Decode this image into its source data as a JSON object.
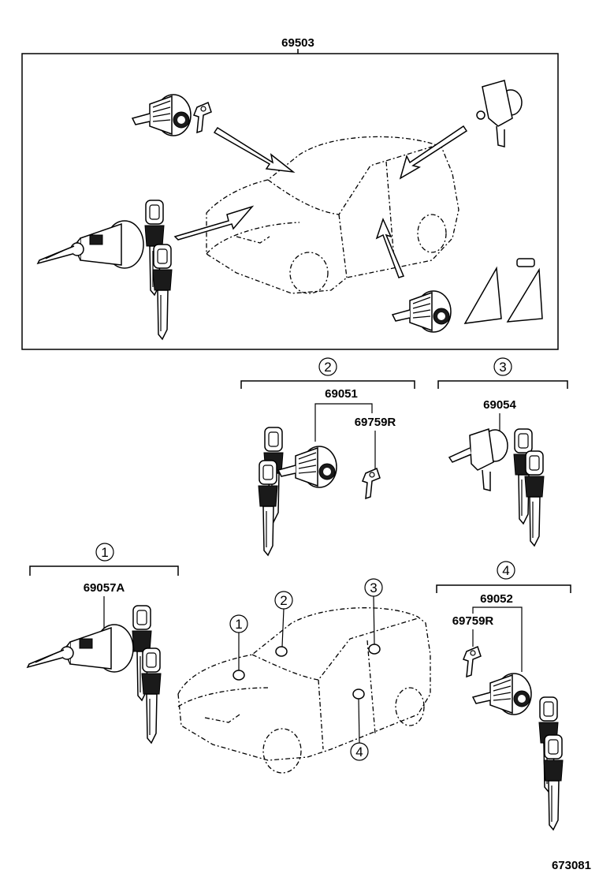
{
  "diagram": {
    "assembly_part_number": "69503",
    "groups": [
      {
        "callout": "2",
        "part_numbers": [
          "69051",
          "69759R"
        ]
      },
      {
        "callout": "3",
        "part_numbers": [
          "69054"
        ]
      },
      {
        "callout": "1",
        "part_numbers": [
          "69057A"
        ]
      },
      {
        "callout": "4",
        "part_numbers": [
          "69052",
          "69759R"
        ]
      }
    ],
    "car_callouts": [
      "1",
      "2",
      "3",
      "4"
    ],
    "illustration_number": "673081"
  },
  "icons": [
    "ignition-lock-icon",
    "door-lock-cylinder-icon",
    "key-icon",
    "car-outline-icon",
    "arrow-icon"
  ]
}
